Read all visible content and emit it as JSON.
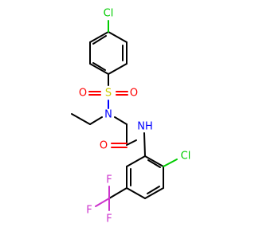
{
  "molecule": {
    "atom_colors": {
      "Cl": "#00cc00",
      "S": "#cccc00",
      "O": "#ff0000",
      "N": "#0000ff",
      "H": "#0000ff",
      "F": "#cc33cc",
      "C": "#000000"
    },
    "labels": {
      "cl_top": "Cl",
      "s": "S",
      "o_left": "O",
      "o_right": "O",
      "n_sulfonamide": "N",
      "o_amide": "O",
      "nh": "NH",
      "cl_right": "Cl",
      "f_top": "F",
      "f_left": "F",
      "f_bottom": "F"
    }
  }
}
